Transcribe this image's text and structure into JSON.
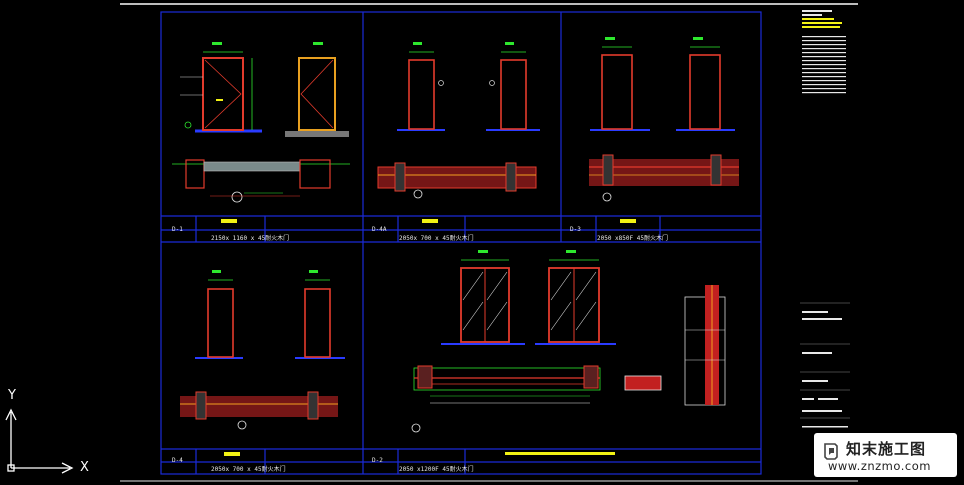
{
  "drawing": {
    "panels": [
      {
        "code": "D-1",
        "spec": "2150x 1160 x 45耐火木门"
      },
      {
        "code": "D-4A",
        "spec": "2050x 700 x 45耐火木门"
      },
      {
        "code": "D-3",
        "spec": "2050 x850F 45耐火木门"
      },
      {
        "code": "D-4",
        "spec": "2050x 700 x 45耐火木门"
      },
      {
        "code": "D-2",
        "spec": "2050 x1200F 45耐火木门"
      }
    ]
  },
  "watermark": {
    "title": "知末施工图",
    "url": "www.znzmo.com"
  },
  "ucs": {
    "x_label": "X",
    "y_label": "Y"
  },
  "colors": {
    "background": "#000000",
    "frame": "#1a2bd8",
    "door": "#e33b2c",
    "dimension": "#2ee82e",
    "tag": "#f2f214",
    "section_fill": "#c22020"
  }
}
